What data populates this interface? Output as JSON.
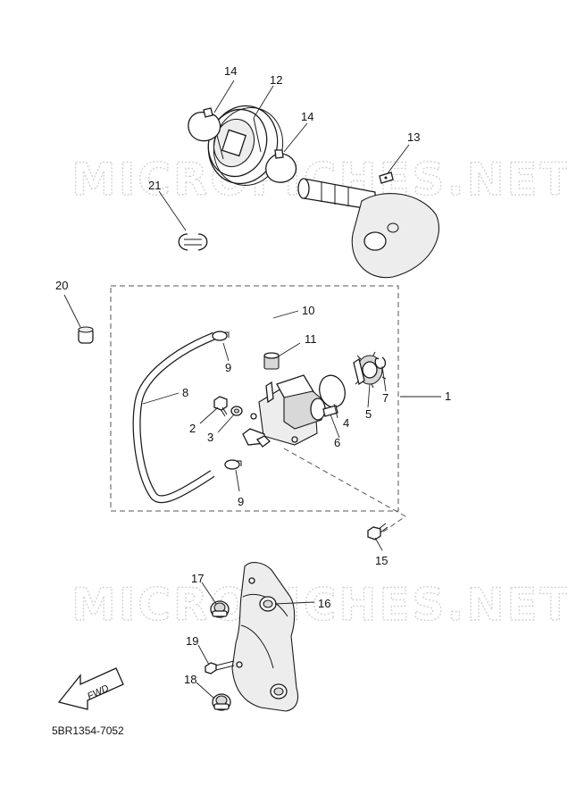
{
  "watermark": {
    "top": "MICROFICHES.NET",
    "bottom": "MICROFICHES.NET"
  },
  "callouts": {
    "c1": "1",
    "c2": "2",
    "c3": "3",
    "c4": "4",
    "c5": "5",
    "c6": "6",
    "c7": "7",
    "c8": "8",
    "c9a": "9",
    "c9b": "9",
    "c10": "10",
    "c11": "11",
    "c12": "12",
    "c13": "13",
    "c14a": "14",
    "c14b": "14",
    "c15": "15",
    "c16": "16",
    "c17": "17",
    "c18": "18",
    "c19": "19",
    "c20": "20",
    "c21": "21"
  },
  "fwd_arrow": {
    "label": "FWD"
  },
  "diagram_code": "5BR1354-7052",
  "icons": {
    "direction": "fwd-arrow-icon"
  }
}
